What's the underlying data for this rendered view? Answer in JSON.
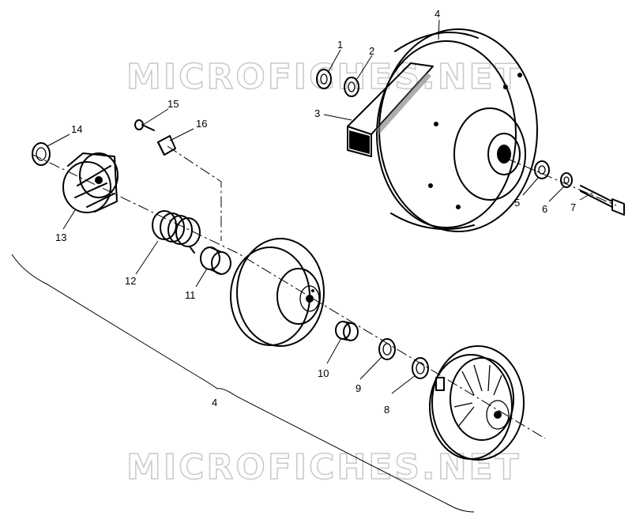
{
  "watermark": {
    "text": "MICROFICHES.NET"
  },
  "callouts": [
    {
      "id": "1",
      "label": "1"
    },
    {
      "id": "2",
      "label": "2"
    },
    {
      "id": "3",
      "label": "3"
    },
    {
      "id": "4",
      "label": "4"
    },
    {
      "id": "5",
      "label": "5"
    },
    {
      "id": "6",
      "label": "6"
    },
    {
      "id": "7",
      "label": "7"
    },
    {
      "id": "8",
      "label": "8"
    },
    {
      "id": "9",
      "label": "9"
    },
    {
      "id": "10",
      "label": "10"
    },
    {
      "id": "11",
      "label": "11"
    },
    {
      "id": "12",
      "label": "12"
    },
    {
      "id": "13",
      "label": "13"
    },
    {
      "id": "14",
      "label": "14"
    },
    {
      "id": "15",
      "label": "15"
    },
    {
      "id": "16",
      "label": "16"
    },
    {
      "id": "4b",
      "label": "4"
    }
  ]
}
